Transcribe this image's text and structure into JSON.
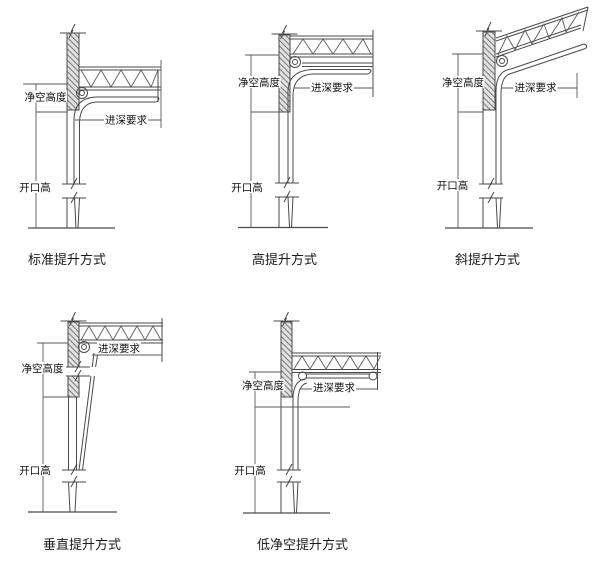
{
  "page": {
    "background_color": "#ffffff",
    "line_color": "#4a4a4a",
    "text_color": "#111111",
    "wall_hatch_color": "#7d7d7d"
  },
  "diagrams": [
    {
      "id": "standard-lift",
      "caption": "标准提升方式",
      "labels": {
        "clear_height": "净空高度",
        "depth_requirement": "进深要求",
        "opening_height": "开口高"
      }
    },
    {
      "id": "high-lift",
      "caption": "高提升方式",
      "labels": {
        "clear_height": "净空高度",
        "depth_requirement": "进深要求",
        "opening_height": "开口高"
      }
    },
    {
      "id": "incline-lift",
      "caption": "斜提升方式",
      "labels": {
        "clear_height": "净空高度",
        "depth_requirement": "进深要求",
        "opening_height": "开口高"
      }
    },
    {
      "id": "vertical-lift",
      "caption": "垂直提升方式",
      "labels": {
        "clear_height": "净空高度",
        "depth_requirement": "进深要求",
        "opening_height": "开口高"
      }
    },
    {
      "id": "low-headroom-lift",
      "caption": "低净空提升方式",
      "labels": {
        "clear_height": "净空高度",
        "depth_requirement": "进深要求",
        "opening_height": "开口高"
      }
    }
  ]
}
